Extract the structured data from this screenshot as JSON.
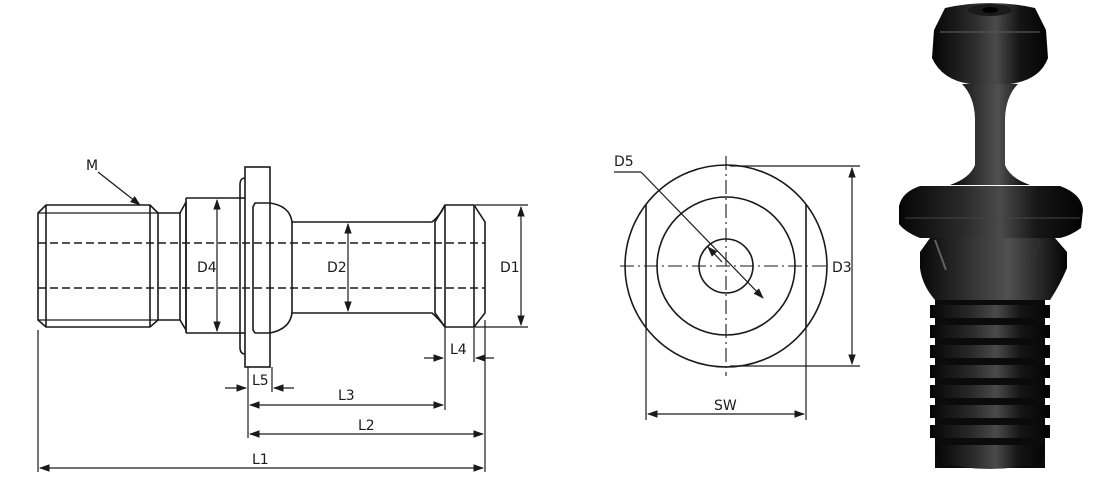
{
  "labels": {
    "m": "M",
    "d1": "D1",
    "d2": "D2",
    "d3": "D3",
    "d4": "D4",
    "d5": "D5",
    "l1": "L1",
    "l2": "L2",
    "l3": "L3",
    "l4": "L4",
    "l5": "L5",
    "sw": "SW"
  },
  "colors": {
    "line": "#1a1a1a",
    "background": "#ffffff",
    "part_dark": "#0d0d0d",
    "part_highlight": "#5a5a5a"
  },
  "icons": {
    "photo": "pull-stud-photo"
  }
}
